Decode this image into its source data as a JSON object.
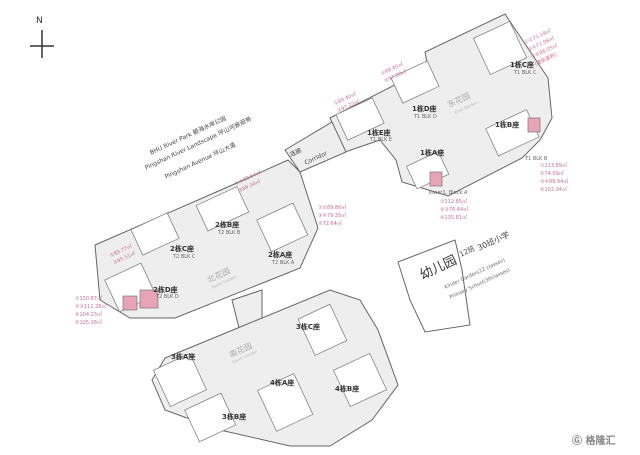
{
  "compass": {
    "label": "N"
  },
  "roads": [
    "BHU River Park 碧海水岸公园",
    "Pingshan River Landscape 坪山河景观带",
    "Pingshan Avenue 坪山大道"
  ],
  "corridor": {
    "zh": "连廊",
    "en": "Corridor"
  },
  "gardens": {
    "east": {
      "zh": "东花园",
      "en": "East Garden"
    },
    "north": {
      "zh": "北花园",
      "en": "North Garden"
    },
    "south": {
      "zh": "南花园",
      "en": "South Garden"
    }
  },
  "blocks": [
    {
      "zh": "1栋C座",
      "en": "T1 BLK C"
    },
    {
      "zh": "1栋D座",
      "en": "T1 BLK D"
    },
    {
      "zh": "1栋E座",
      "en": "T1 BLK E"
    },
    {
      "zh": "1栋B座",
      "en": "T1 BLK B"
    },
    {
      "zh": "1栋A座",
      "en": "Tower1, Block A"
    },
    {
      "zh": "2栋A座",
      "en": "T2 BLK A"
    },
    {
      "zh": "2栋B座",
      "en": "T2 BLK B"
    },
    {
      "zh": "2栋C座",
      "en": "T2 BLK C"
    },
    {
      "zh": "2栋D座",
      "en": "T2 BLK D"
    },
    {
      "zh": "3栋A座",
      "en": ""
    },
    {
      "zh": "3栋B座",
      "en": ""
    },
    {
      "zh": "3栋C座",
      "en": ""
    },
    {
      "zh": "4栋A座",
      "en": ""
    },
    {
      "zh": "4栋B座",
      "en": ""
    }
  ],
  "areas": {
    "t1c": [
      "①②71.19㎡",
      "③④71.06㎡",
      "⑤⑥88.05㎡",
      "(建筑面积)"
    ],
    "t1d": [
      "①99.45㎡",
      "②97.08㎡"
    ],
    "t1e": [
      "①99.40㎡",
      "②97.22㎡"
    ],
    "t1b": [
      "①113.89㎡",
      "②74.09㎡",
      "③④89.94㎡",
      "⑤102.34㎡"
    ],
    "t1a": [
      "①112.85㎡",
      "②③76.44㎡",
      "④135.81㎡"
    ],
    "t2b": [
      "①②89.54㎡",
      "③89.34㎡"
    ],
    "t2a": [
      "①②89.80㎡",
      "③④79.35㎡",
      "⑤72.64㎡"
    ],
    "t2c": [
      "①89.77㎡",
      "②95.51㎡"
    ],
    "t2d": [
      "①130.87㎡",
      "②③111.26㎡",
      "④104.23㎡",
      "⑤105.28㎡"
    ]
  },
  "school": {
    "kinder_zh": "幼儿园",
    "kinder_classes": "12班",
    "primary_zh": "30班小学",
    "kinder_en": "Kinder Garden(12 classes)",
    "primary_en": "Primary School(30classes)"
  },
  "watermark": "格隆汇",
  "colors": {
    "highlight": "#e8a3b8",
    "outline": "#666",
    "fill": "#eeeeee"
  }
}
